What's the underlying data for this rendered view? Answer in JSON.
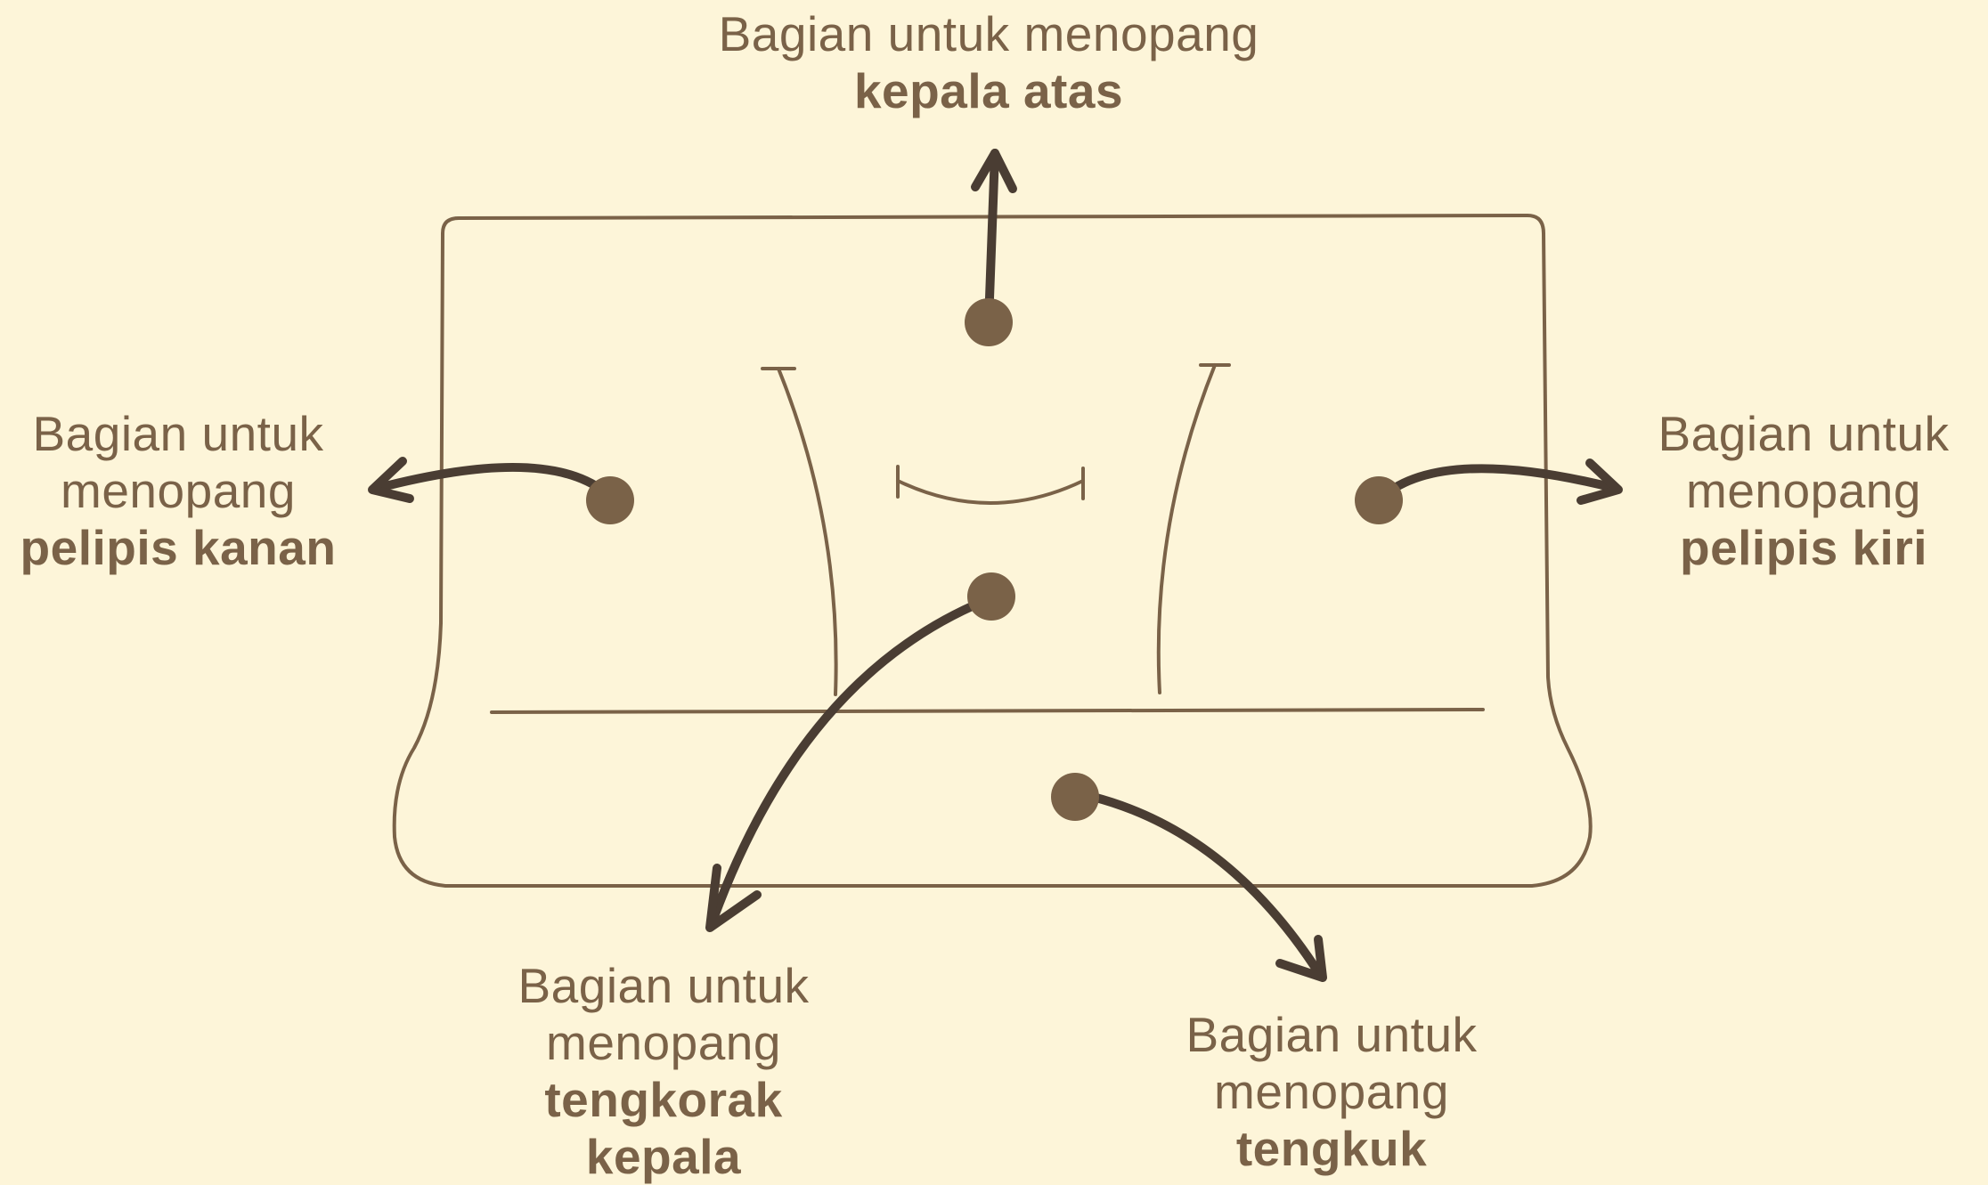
{
  "colors": {
    "background": "#fdf5d9",
    "outline": "#7a6248",
    "arrow": "#4a3d33",
    "dot": "#7a6248",
    "text": "#7a6248"
  },
  "labels": {
    "top": {
      "line1": "Bagian untuk menopang",
      "bold1": "kepala atas"
    },
    "left": {
      "line1": "Bagian untuk",
      "line2": "menopang",
      "bold1": "pelipis kanan"
    },
    "right": {
      "line1": "Bagian untuk",
      "line2": "menopang",
      "bold1": "pelipis kiri"
    },
    "bottom_left": {
      "line1": "Bagian untuk",
      "line2": "menopang",
      "bold1": "tengkorak",
      "bold2": "kepala"
    },
    "bottom_right": {
      "line1": "Bagian untuk",
      "line2": "menopang",
      "bold1": "tengkuk"
    }
  }
}
